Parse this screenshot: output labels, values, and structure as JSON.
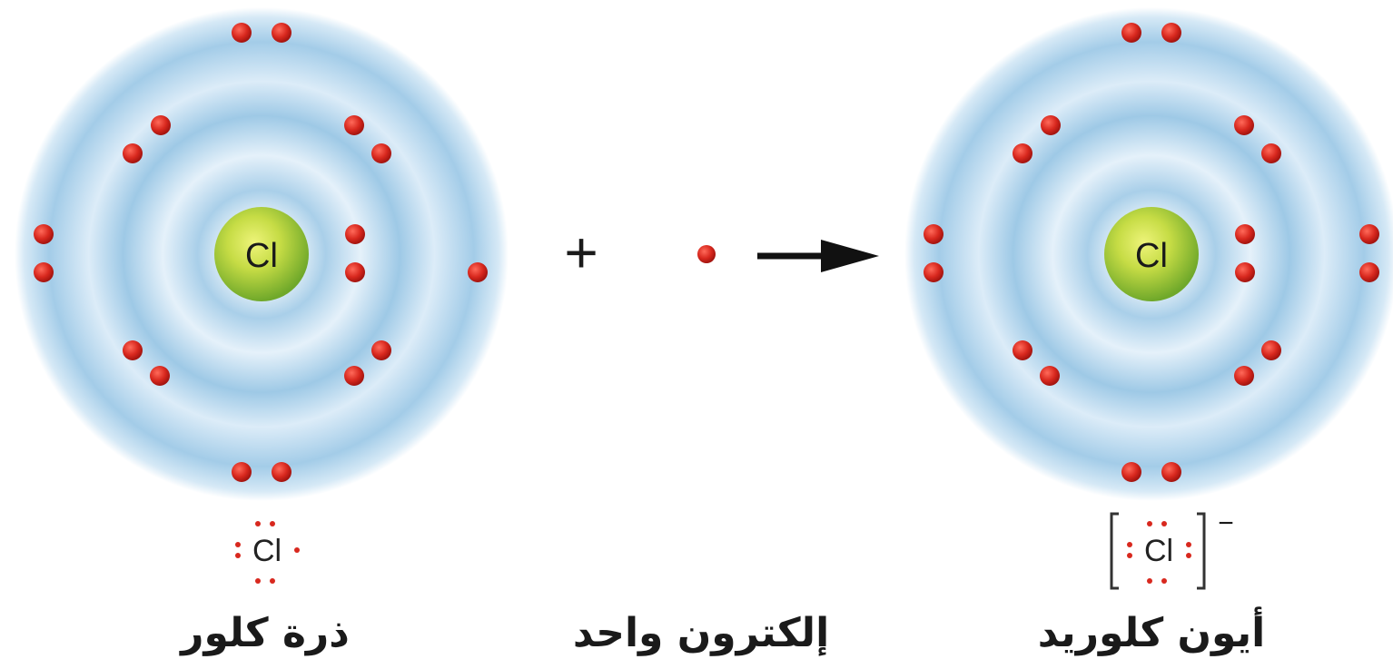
{
  "atom": {
    "nucleus_symbol": "Cl",
    "lewis_symbol": "Cl",
    "caption": "ذرة كلور"
  },
  "electron": {
    "caption": "إلكترون واحد"
  },
  "ion": {
    "nucleus_symbol": "Cl",
    "lewis_symbol": "Cl",
    "charge": "−",
    "caption": "أيون كلوريد"
  },
  "operators": {
    "plus": "+"
  },
  "colors": {
    "electron": "#d8281e",
    "shell": "#a9cfe9",
    "nucleus_light": "#e6f06a",
    "nucleus_dark": "#7fb52a",
    "text": "#1a1a1a"
  },
  "icons": {
    "reaction_arrow": "right-arrow-icon"
  }
}
